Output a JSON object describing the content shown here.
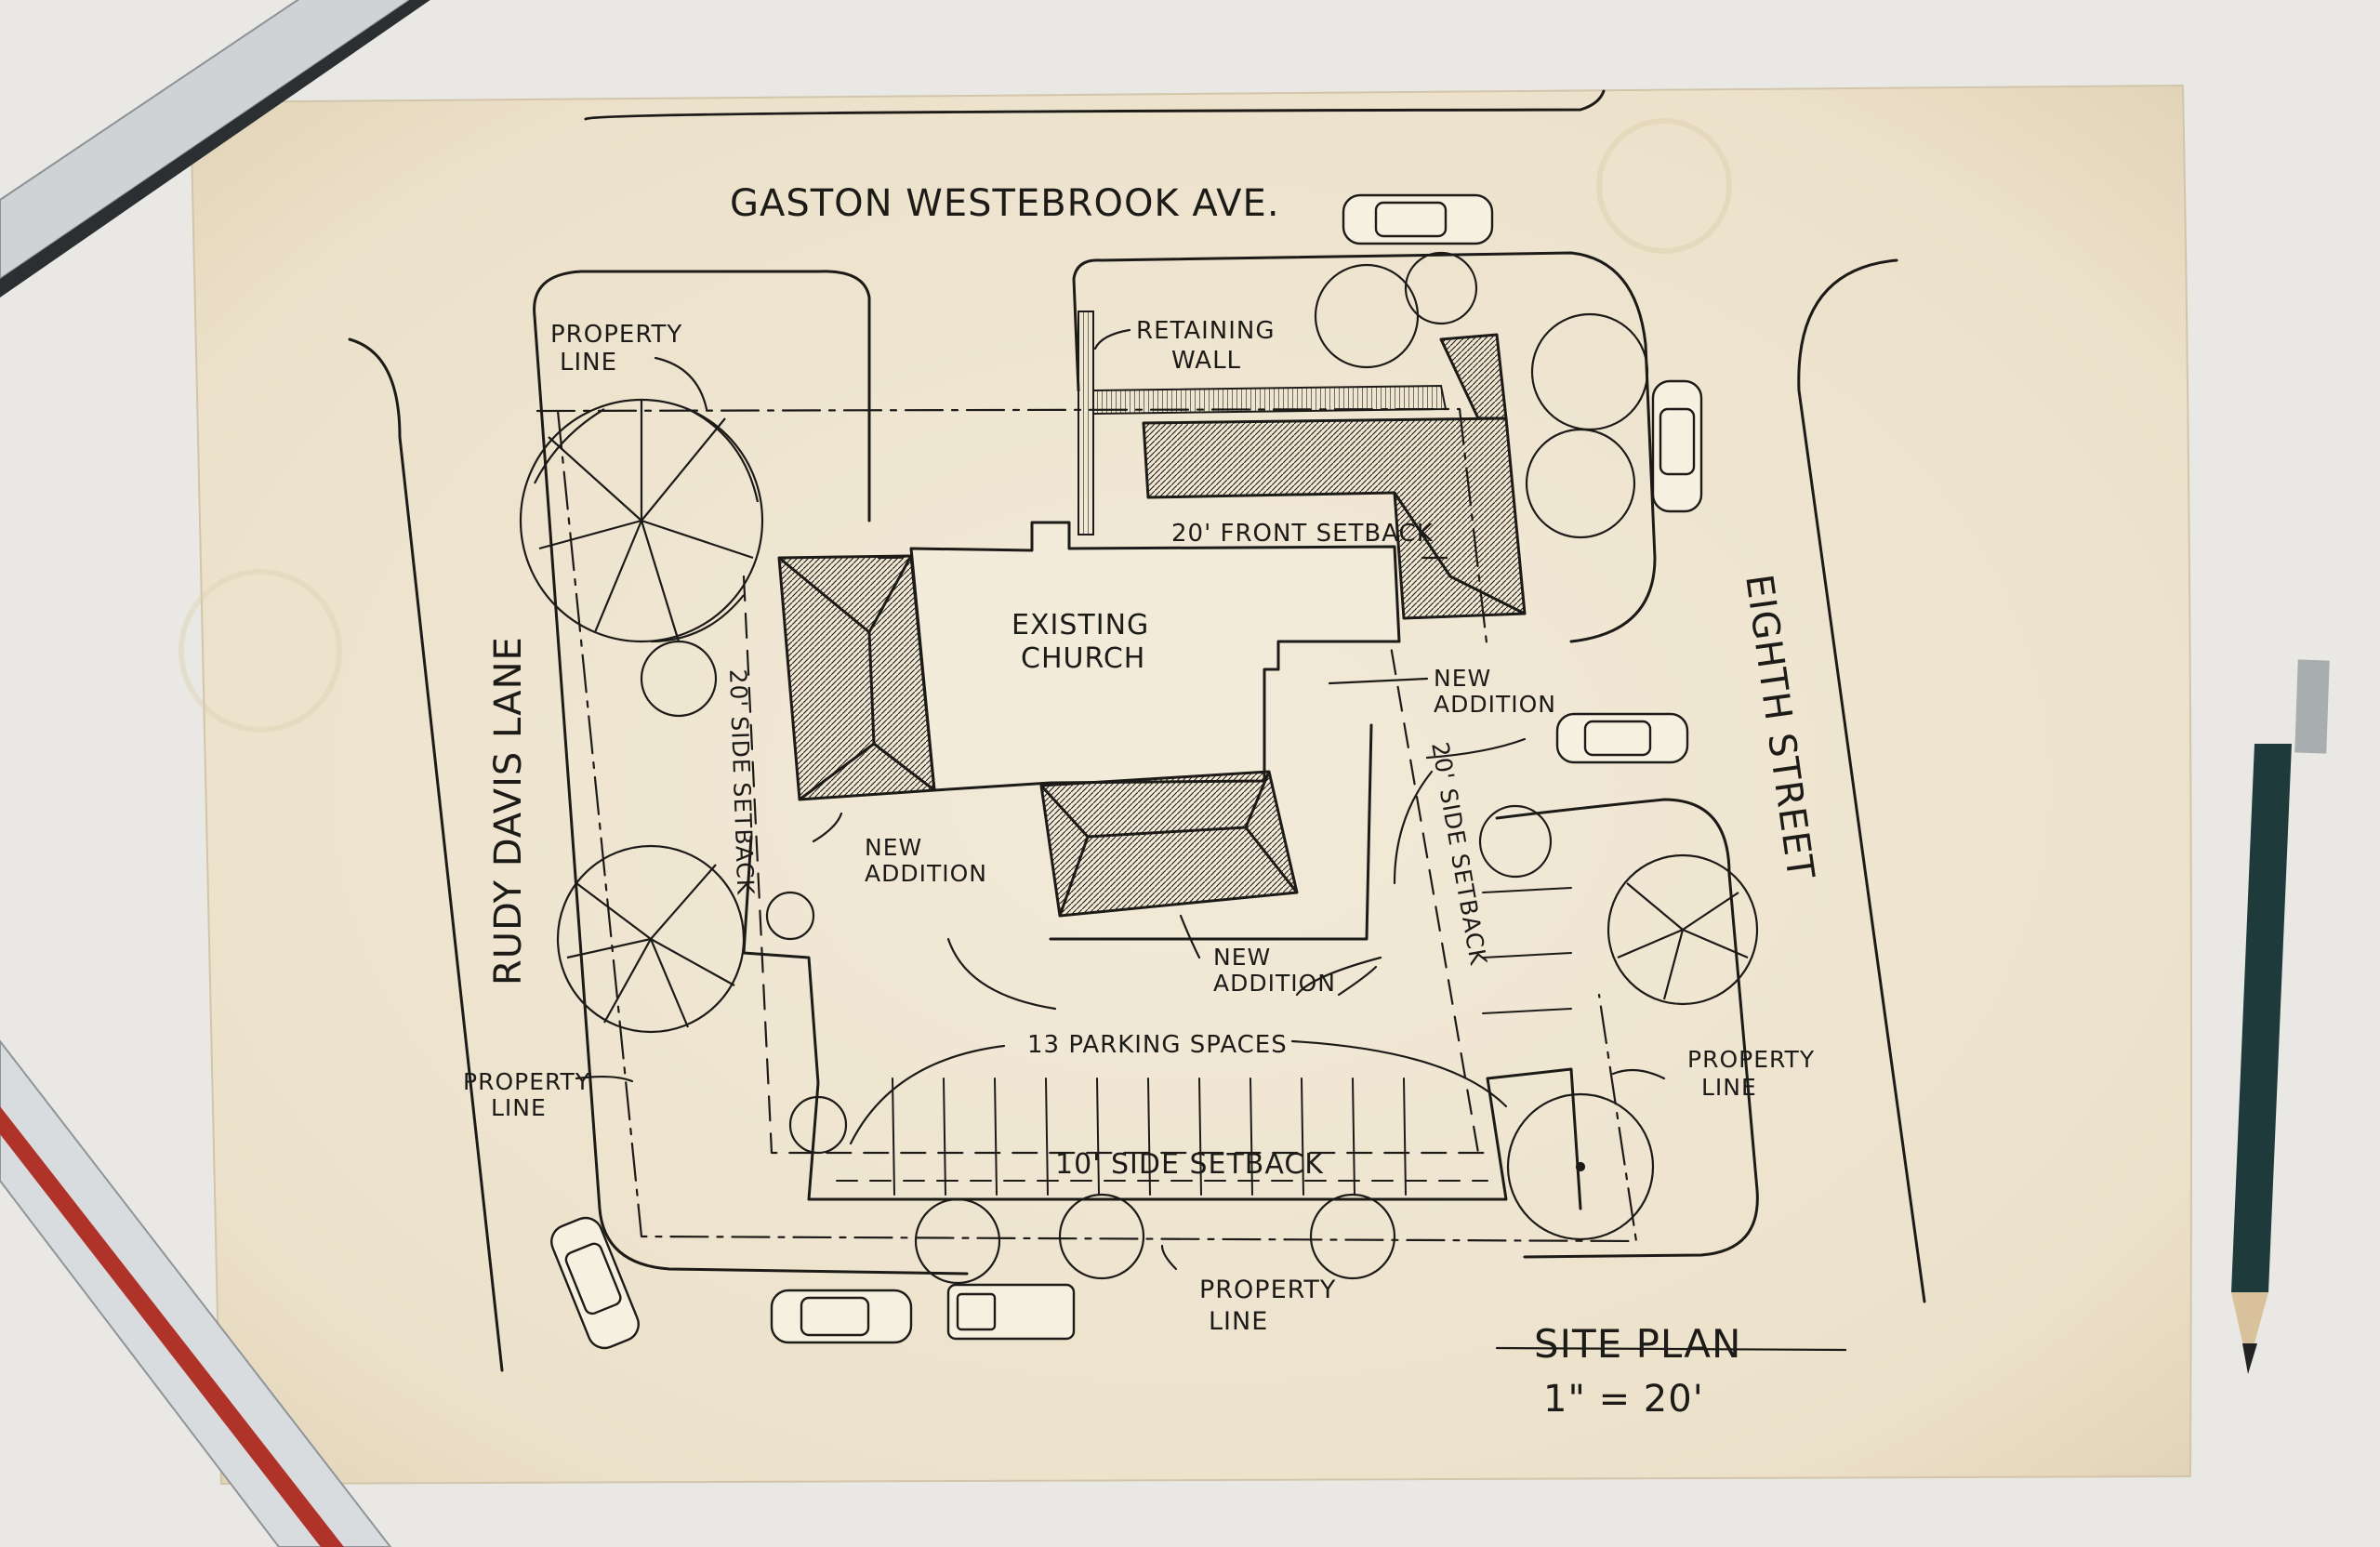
{
  "streets": {
    "north": "GASTON WESTEBROOK AVE.",
    "west": "RUDY DAVIS LANE",
    "east": "EIGHTH STREET"
  },
  "labels": {
    "property_line_word1": "PROPERTY",
    "property_line_word2": "LINE",
    "retaining_wall_1": "RETAINING",
    "retaining_wall_2": "WALL",
    "front_setback": "20' FRONT SETBACK",
    "church_1": "EXISTING",
    "church_2": "CHURCH",
    "new_1": "NEW",
    "new_2": "ADDITION",
    "side_setback_20": "20' SIDE SETBACK",
    "parking": "13 PARKING SPACES",
    "side_setback_10": "10' SIDE SETBACK"
  },
  "title_block": {
    "title": "SITE PLAN",
    "scale": "1\" = 20'"
  },
  "colors": {
    "paper": "#efe6d3",
    "ink": "#1d1b18",
    "desk": "#e9e8e4",
    "ruler_red": "#b0332a",
    "pencil": "#1f3a3a"
  }
}
